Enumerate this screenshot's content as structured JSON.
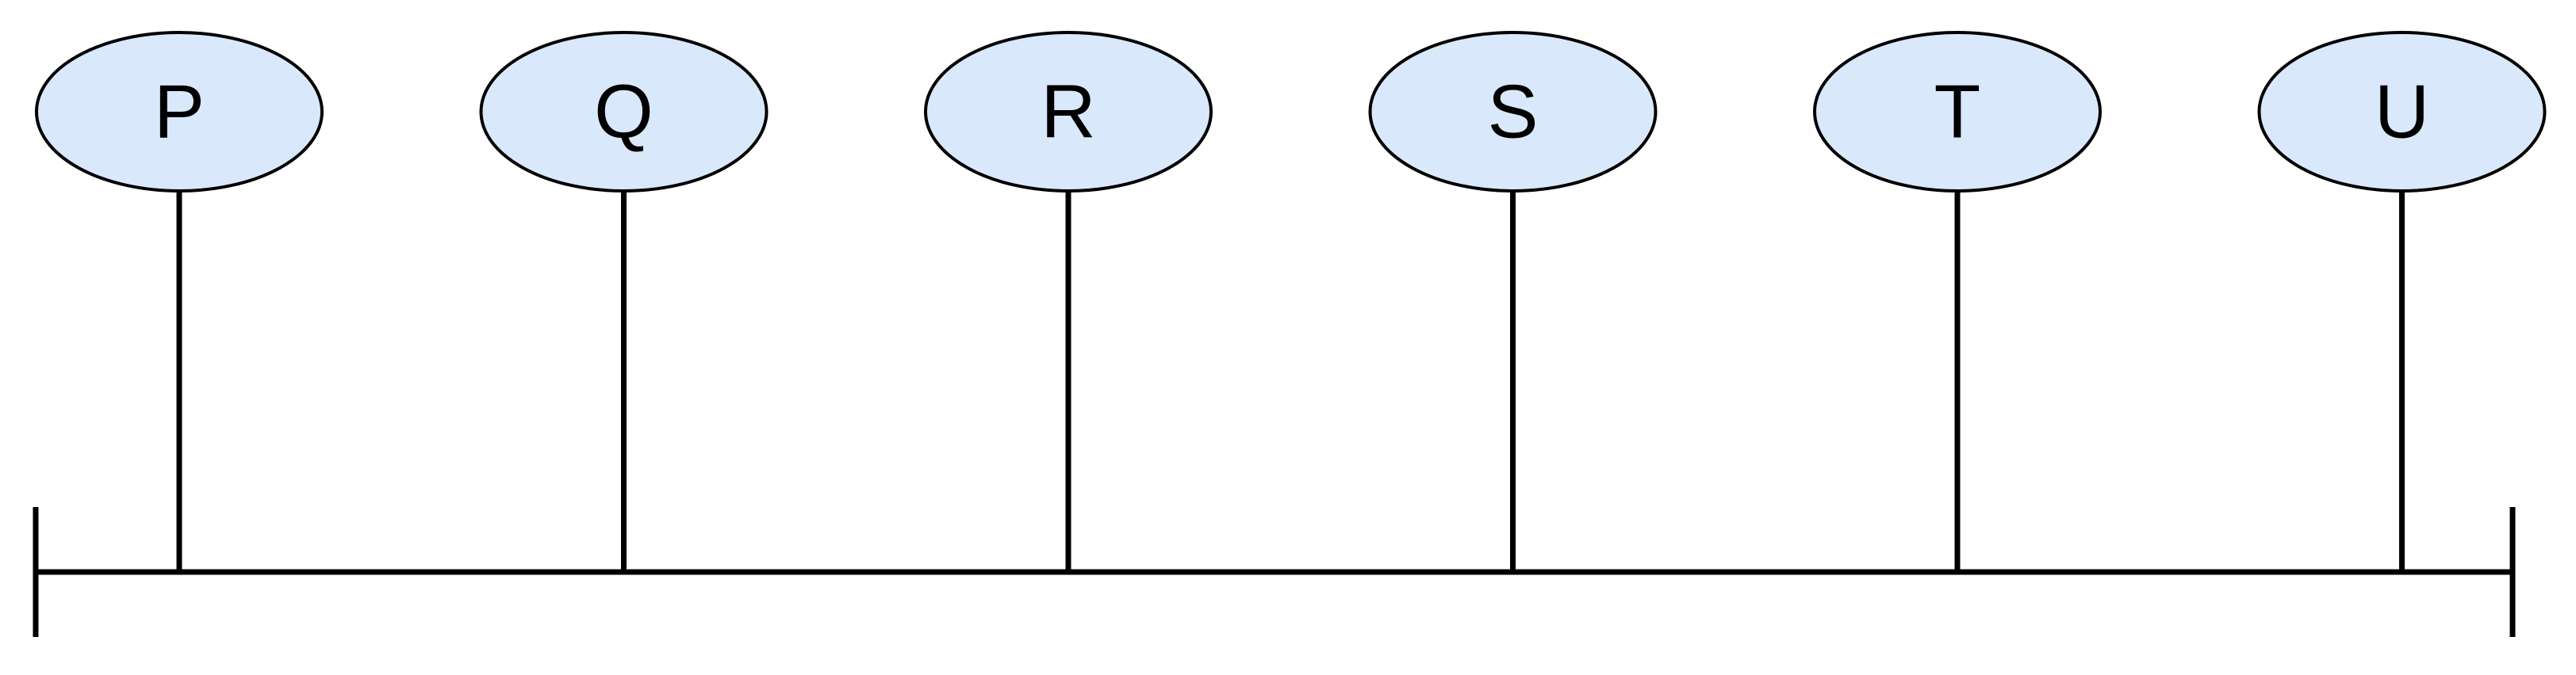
{
  "diagram": {
    "nodes": [
      {
        "label": "P"
      },
      {
        "label": "Q"
      },
      {
        "label": "R"
      },
      {
        "label": "S"
      },
      {
        "label": "T"
      },
      {
        "label": "U"
      }
    ]
  },
  "colors": {
    "node_fill": "#dae8fc",
    "stroke": "#000000",
    "background": "#ffffff"
  }
}
